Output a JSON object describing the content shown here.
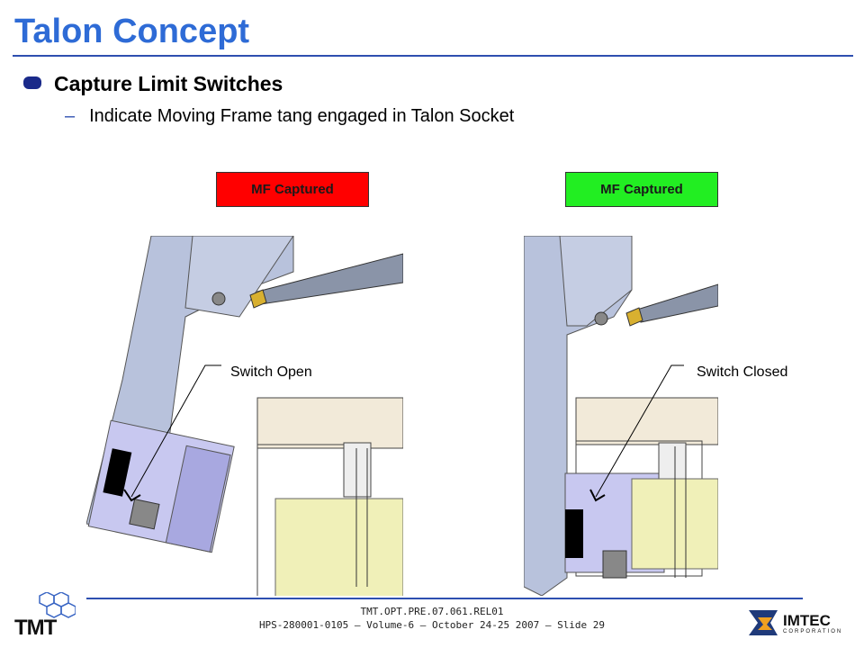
{
  "title": "Talon Concept",
  "bullet": "Capture Limit Switches",
  "sub_bullet": "Indicate Moving Frame tang engaged in Talon Socket",
  "status_left": {
    "label": "MF Captured",
    "color": "#ff0000"
  },
  "status_right": {
    "label": "MF Captured",
    "color": "#22ee22"
  },
  "callout_left": "Switch Open",
  "callout_right": "Switch Closed",
  "footer": {
    "line1": "TMT.OPT.PRE.07.061.REL01",
    "line2": "HPS-280001-0105  – Volume-6 – October 24-25 2007 – Slide 29"
  },
  "logo_left": "TMT",
  "logo_right": {
    "name": "IMTEC",
    "sub": "CORPORATION"
  },
  "colors": {
    "title": "#2e6bd6",
    "rule": "#2e4fb0",
    "frame": "#b8c2dc",
    "switch_body": "#c8c8f0",
    "housing": "#f2ead9",
    "bracket": "#f0f0b8"
  }
}
